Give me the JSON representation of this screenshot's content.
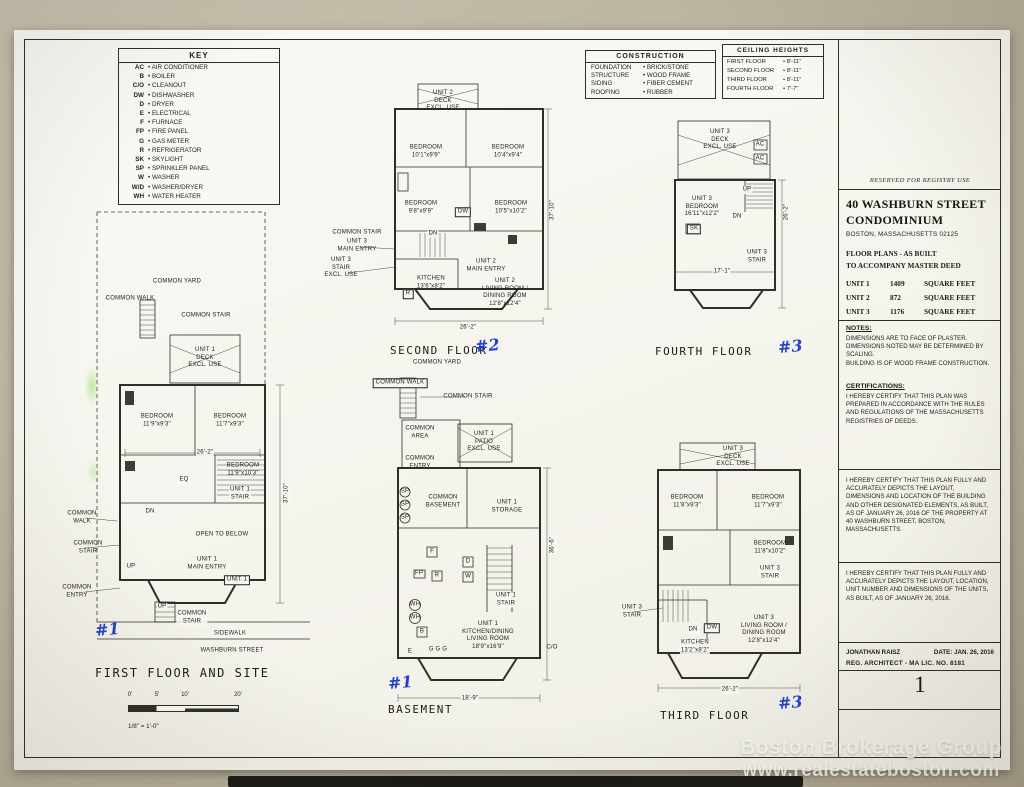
{
  "key": {
    "title": "KEY",
    "items": [
      {
        "abbr": "AC",
        "label": "AIR CONDITIONER"
      },
      {
        "abbr": "B",
        "label": "BOILER"
      },
      {
        "abbr": "C/O",
        "label": "CLEANOUT"
      },
      {
        "abbr": "DW",
        "label": "DISHWASHER"
      },
      {
        "abbr": "D",
        "label": "DRYER"
      },
      {
        "abbr": "E",
        "label": "ELECTRICAL"
      },
      {
        "abbr": "F",
        "label": "FURNACE"
      },
      {
        "abbr": "FP",
        "label": "FIRE PANEL"
      },
      {
        "abbr": "G",
        "label": "GAS METER"
      },
      {
        "abbr": "R",
        "label": "REFRIGERATOR"
      },
      {
        "abbr": "SK",
        "label": "SKYLIGHT"
      },
      {
        "abbr": "SP",
        "label": "SPRINKLER PANEL"
      },
      {
        "abbr": "W",
        "label": "WASHER"
      },
      {
        "abbr": "W/D",
        "label": "WASHER/DRYER"
      },
      {
        "abbr": "WH",
        "label": "WATER HEATER"
      }
    ]
  },
  "construction": {
    "title": "CONSTRUCTION",
    "items": [
      {
        "label": "FOUNDATION",
        "value": "BRICK/STONE"
      },
      {
        "label": "STRUCTURE",
        "value": "WOOD FRAME"
      },
      {
        "label": "SIDING",
        "value": "FIBER CEMENT"
      },
      {
        "label": "ROOFING",
        "value": "RUBBER"
      }
    ]
  },
  "ceiling_heights": {
    "title": "CEILING HEIGHTS",
    "items": [
      {
        "label": "FIRST FLOOR",
        "value": "8'-11\""
      },
      {
        "label": "SECOND FLOOR",
        "value": "8'-11\""
      },
      {
        "label": "THIRD FLOOR",
        "value": "8'-11\""
      },
      {
        "label": "FOURTH FLOOR",
        "value": "7'-7\""
      }
    ]
  },
  "title_block": {
    "reserved": "RESERVED FOR REGISTRY USE",
    "project_line1": "40 WASHBURN STREET",
    "project_line2": "CONDOMINIUM",
    "address": "BOSTON, MASSACHUSETTS 02125",
    "plan_type_line1": "FLOOR PLANS - AS BUILT",
    "plan_type_line2": "TO ACCOMPANY MASTER DEED",
    "units": [
      {
        "unit": "UNIT 1",
        "sqft": "1409",
        "suffix": "SQUARE FEET"
      },
      {
        "unit": "UNIT 2",
        "sqft": "872",
        "suffix": "SQUARE FEET"
      },
      {
        "unit": "UNIT 3",
        "sqft": "1176",
        "suffix": "SQUARE FEET"
      }
    ],
    "notes_title": "NOTES:",
    "notes": "DIMENSIONS ARE TO FACE OF PLASTER.\nDIMENSIONS NOTED MAY BE DETERMINED BY SCALING.\nBUILDING IS OF WOOD FRAME CONSTRUCTION.",
    "certifications_title": "CERTIFICATIONS:",
    "cert1": "I HEREBY CERTIFY THAT THIS PLAN WAS PREPARED IN ACCORDANCE WITH THE RULES AND REGULATIONS OF THE MASSACHUSETTS REGISTRIES OF DEEDS.",
    "cert2": "I HEREBY CERTIFY THAT THIS PLAN FULLY AND ACCURATELY DEPICTS THE LAYOUT, DIMENSIONS AND LOCATION OF THE BUILDING AND OTHER DESIGNATED ELEMENTS, AS BUILT, AS OF JANUARY 26, 2016 OF THE PROPERTY AT 40 WASHBURN STREET, BOSTON, MASSACHUSETTS.",
    "cert3": "I HEREBY CERTIFY THAT THIS PLAN FULLY AND ACCURATELY DEPICTS THE LAYOUT, LOCATION, UNIT NUMBER AND DIMENSIONS OF THE UNITS, AS BUILT, AS OF JANUARY 26, 2016.",
    "architect": "JONATHAN RAISZ",
    "date": "DATE: JAN. 26, 2016",
    "license": "REG. ARCHITECT - MA LIC. NO. 8181",
    "sheet_number": "1"
  },
  "plans": {
    "second": {
      "caption": "SECOND FLOOR",
      "annotation": "#2",
      "labels": {
        "deck": "UNIT 2\nDECK\nEXCL. USE",
        "bedroom_tl": "BEDROOM\n10'1\"x9'9\"",
        "bedroom_tr": "BEDROOM\n10'4\"x9'4\"",
        "bedroom_ml": "BEDROOM\n9'8\"x9'9\"",
        "bedroom_mr": "BEDROOM\n10'5\"x10'2\"",
        "dn": "DN",
        "dw": "DW",
        "r": "R",
        "common_stair": "COMMON STAIR",
        "unit3_entry": "UNIT 3\nMAIN ENTRY",
        "unit3_stair": "UNIT 3\nSTAIR\nEXCL. USE",
        "unit2_entry": "UNIT 2\nMAIN ENTRY",
        "kitchen": "KITCHEN\n13'6\"x8'2\"",
        "living": "UNIT 2\nLIVING ROOM /\nDINING ROOM\n12'8\"x12'4\"",
        "dim_width": "26'-2\"",
        "dim_height": "37'-10\""
      }
    },
    "fourth": {
      "caption": "FOURTH FLOOR",
      "annotation": "#3",
      "labels": {
        "deck": "UNIT 3\nDECK\nEXCL. USE",
        "ac1": "AC",
        "ac2": "AC",
        "up": "UP",
        "dn": "DN",
        "sk": "SK",
        "bedroom": "UNIT 3\nBEDROOM\n16'11\"x12'2\"",
        "stair": "UNIT 3\nSTAIR",
        "dim_width": "17'-1\"",
        "dim_height": "26'-2\""
      }
    },
    "first": {
      "caption": "FIRST FLOOR AND SITE",
      "annotation": "#1",
      "labels": {
        "common_yard": "COMMON YARD",
        "common_walk_top": "COMMON WALK",
        "common_stair_top": "COMMON STAIR",
        "deck": "UNIT 1\nDECK\nEXCL. USE",
        "bedroom_left": "BEDROOM\n11'9\"x9'3\"",
        "bedroom_right": "BEDROOM\n11'7\"x9'3\"",
        "dim_mid": "26'-2\"",
        "bedroom_mid": "BEDROOM\n11'9\"x10'3\"",
        "eq": "EQ",
        "unit1_stair": "UNIT 1\nSTAIR",
        "dn": "DN",
        "common_walk_left": "COMMON\nWALK",
        "common_stair_left": "COMMON\nSTAIR",
        "open_below": "OPEN TO BELOW",
        "main_entry": "UNIT 1\nMAIN ENTRY",
        "up1": "UP",
        "unit1_tag": "UNIT 1",
        "common_entry": "COMMON\nENTRY",
        "up2": "UP",
        "common_stair_bottom": "COMMON\nSTAIR",
        "sidewalk": "SIDEWALK",
        "street": "WASHBURN STREET",
        "dim_height": "37'-10\""
      },
      "scale": {
        "t0": "0'",
        "t1": "5'",
        "t2": "10'",
        "t3": "20'",
        "note": "1/8\" = 1'-0\""
      }
    },
    "basement": {
      "caption": "BASEMENT",
      "annotation": "#1",
      "labels": {
        "common_yard": "COMMON YARD",
        "common_walk": "COMMON WALK",
        "common_stair": "COMMON STAIR",
        "common_area": "COMMON\nAREA",
        "common_entry": "COMMON\nENTRY",
        "patio": "UNIT 1\nPATIO\nEXCL. USE",
        "sp1": "SP",
        "sp2": "SP",
        "sp3": "SP",
        "common_basement": "COMMON\nBASEMENT",
        "storage": "UNIT 1\nSTORAGE",
        "f": "F",
        "d": "D",
        "w": "W",
        "fp": "FP",
        "r": "R",
        "wh1": "WH",
        "wh2": "WH",
        "b": "B",
        "e": "E",
        "g": "G G G",
        "co": "C/O",
        "unit1_stair": "UNIT 1\nSTAIR",
        "kitchen": "UNIT 1\nKITCHEN/DINING\nLIVING ROOM\n18'9\"x16'9\"",
        "dim_width": "18'-9\"",
        "dim_height": "36'-6\""
      }
    },
    "third": {
      "caption": "THIRD FLOOR",
      "annotation": "#3",
      "labels": {
        "deck": "UNIT 3\nDECK\nEXCL. USE",
        "bedroom_tl": "BEDROOM\n11'8\"x9'3\"",
        "bedroom_tr": "BEDROOM\n11'7\"x9'3\"",
        "bedroom_mid": "BEDROOM\n11'8\"x10'2\"",
        "stair_right": "UNIT 3\nSTAIR",
        "stair_left": "UNIT 3\nSTAIR",
        "dn": "DN",
        "dw": "DW",
        "living": "UNIT 3\nLIVING ROOM /\nDINING ROOM\n12'8\"x12'4\"",
        "kitchen": "KITCHEN\n13'2\"x8'2\"",
        "dim_width": "26'-2\""
      }
    }
  },
  "watermark": {
    "line1": "Boston Brokerage Group",
    "line2": "www.realestateboston.com"
  }
}
